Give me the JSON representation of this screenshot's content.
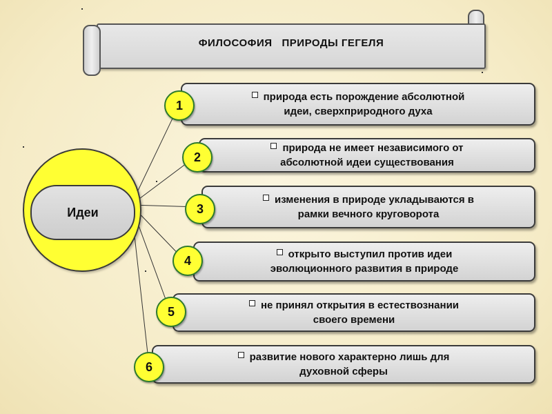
{
  "title": "ФИЛОСОФИЯ   ПРИРОДЫ ГЕГЕЛЯ",
  "center_label": "Идеи",
  "items": [
    {
      "number": "1",
      "line1": "природа есть порождение абсолютной",
      "line2": "идеи, сверхприродного духа"
    },
    {
      "number": "2",
      "line1": "природа не имеет независимого от",
      "line2": "абсолютной идеи  существования"
    },
    {
      "number": "3",
      "line1": "изменения в природе укладываются в",
      "line2": "рамки вечного круговорота"
    },
    {
      "number": "4",
      "line1": "открыто выступил против идеи",
      "line2": "эволюционного развития в природе"
    },
    {
      "number": "5",
      "line1": "не принял  открытия в естествознании",
      "line2": "своего времени"
    },
    {
      "number": "6",
      "line1": "развитие нового характерно лишь для",
      "line2": "духовной  сферы"
    }
  ],
  "colors": {
    "badge_fill": "#ffff33",
    "badge_border": "#2d7a2d",
    "ellipse_fill": "#ffff33",
    "box_fill": "#dcdcdc"
  }
}
